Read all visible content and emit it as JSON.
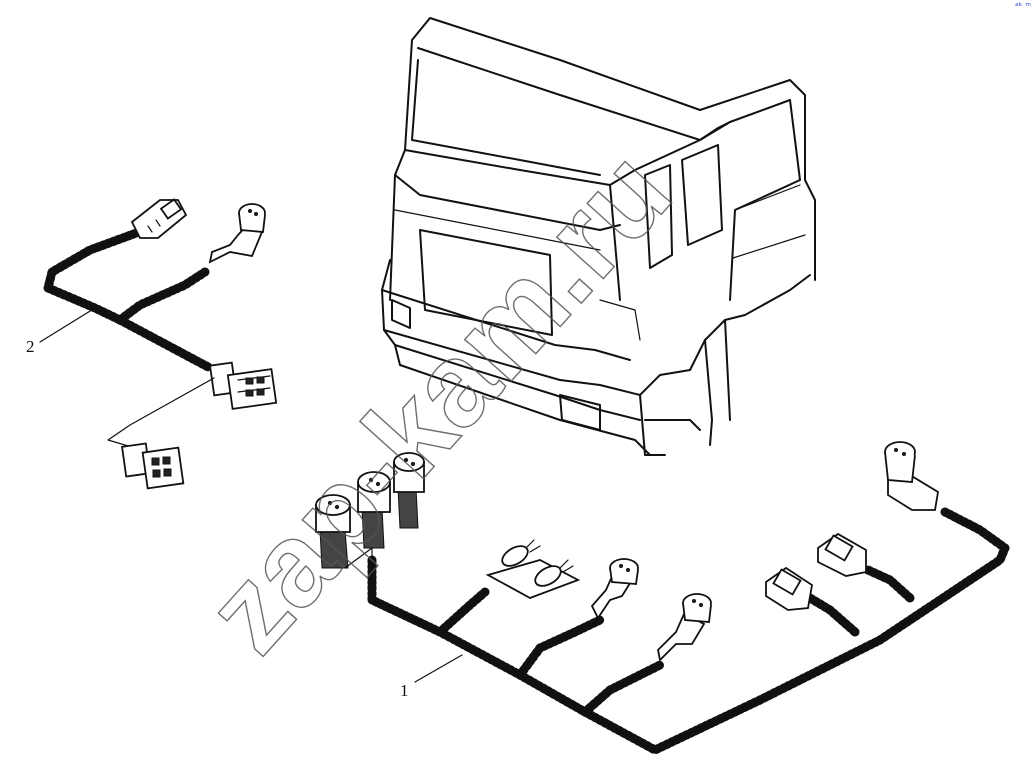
{
  "callouts": {
    "harness_1": "1",
    "harness_2": "2"
  },
  "watermark": "zap-kam.ru",
  "corner_logo": "ᵃᵏ ᵐ",
  "colors": {
    "ink": "#111111",
    "watermark": "#555555",
    "corner_logo": "#2b46d8"
  }
}
